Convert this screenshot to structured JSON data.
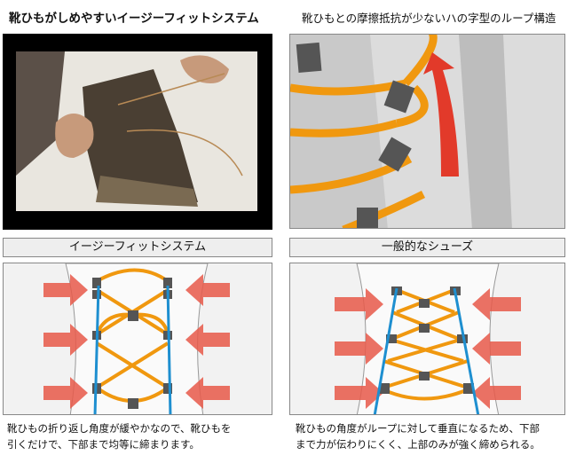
{
  "header": {
    "left_title": "靴ひもがしめやすいイージーフィットシステム",
    "right_title": "靴ひもとの摩擦抵抗が少ないハの字型のループ構造"
  },
  "comparison": {
    "left_label": "イージーフィットシステム",
    "right_label": "一般的なシューズ",
    "left_caption_1": "靴ひもの折り返し角度が緩やかなので、靴ひもを",
    "left_caption_2": "引くだけで、下部まで均等に締まります。",
    "right_caption_1": "靴ひもの角度がループに対して垂直になるため、下部",
    "right_caption_2": "まで力が伝わりにくく、上部のみが強く締められる。"
  },
  "colors": {
    "lace": "#f0980f",
    "arrow": "#e23a2a",
    "loop": "#555555",
    "line": "#1e8fd0"
  }
}
